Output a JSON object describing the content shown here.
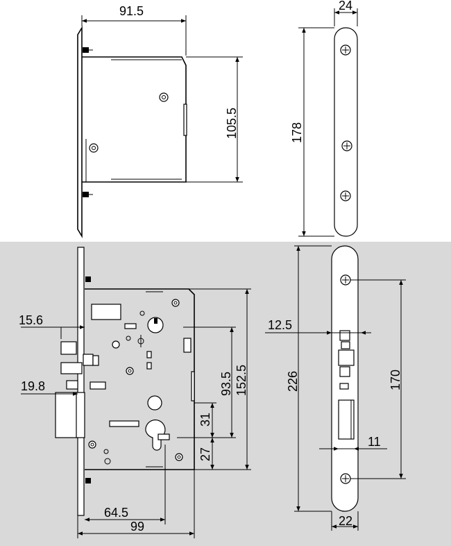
{
  "colors": {
    "upper_background": "#ffffff",
    "lower_background": "#d9d9d9",
    "line": "#000000"
  },
  "top_view": {
    "dimensions": {
      "width": "91.5",
      "case_height": "105.5",
      "faceplate_width": "24",
      "faceplate_length": "178"
    }
  },
  "bottom_view": {
    "dimensions": {
      "offset_15_6": "15.6",
      "offset_19_8": "19.8",
      "d_93_5": "93.5",
      "d_152_5": "152.5",
      "d_31": "31",
      "d_27": "27",
      "d_64_5": "64.5",
      "d_99": "99",
      "d_12_5": "12.5",
      "d_226": "226",
      "d_170": "170",
      "d_11": "11",
      "d_22": "22"
    }
  }
}
